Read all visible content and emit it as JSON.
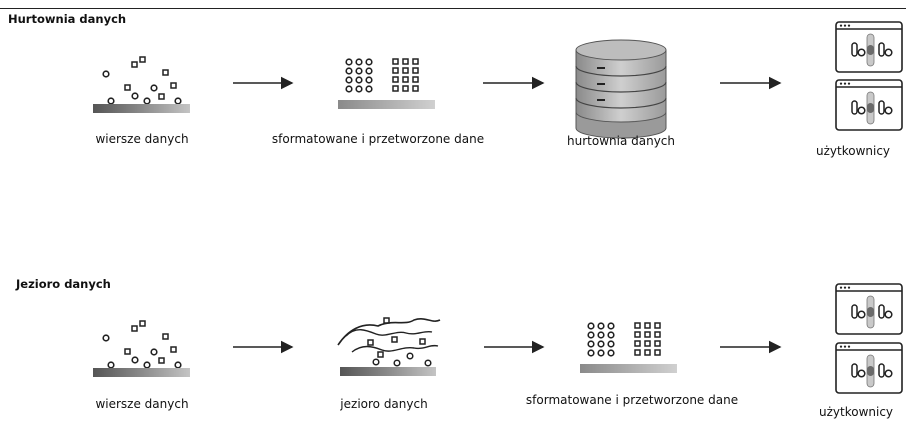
{
  "warehouse": {
    "title": "Hurtownia danych",
    "labels": {
      "raw": "wiersze danych",
      "processed": "sformatowane i przetworzone dane",
      "store": "hurtownia danych",
      "users": "użytkownicy"
    },
    "icons": [
      "scattered-data-icon",
      "formatted-data-icon",
      "database-icon",
      "user-app-icon"
    ]
  },
  "lake": {
    "title": "Jezioro danych",
    "labels": {
      "raw": "wiersze danych",
      "store": "jezioro danych",
      "processed": "sformatowane i przetworzone dane",
      "users": "użytkownicy"
    },
    "icons": [
      "scattered-data-icon",
      "data-lake-icon",
      "formatted-data-icon",
      "user-app-icon"
    ]
  }
}
